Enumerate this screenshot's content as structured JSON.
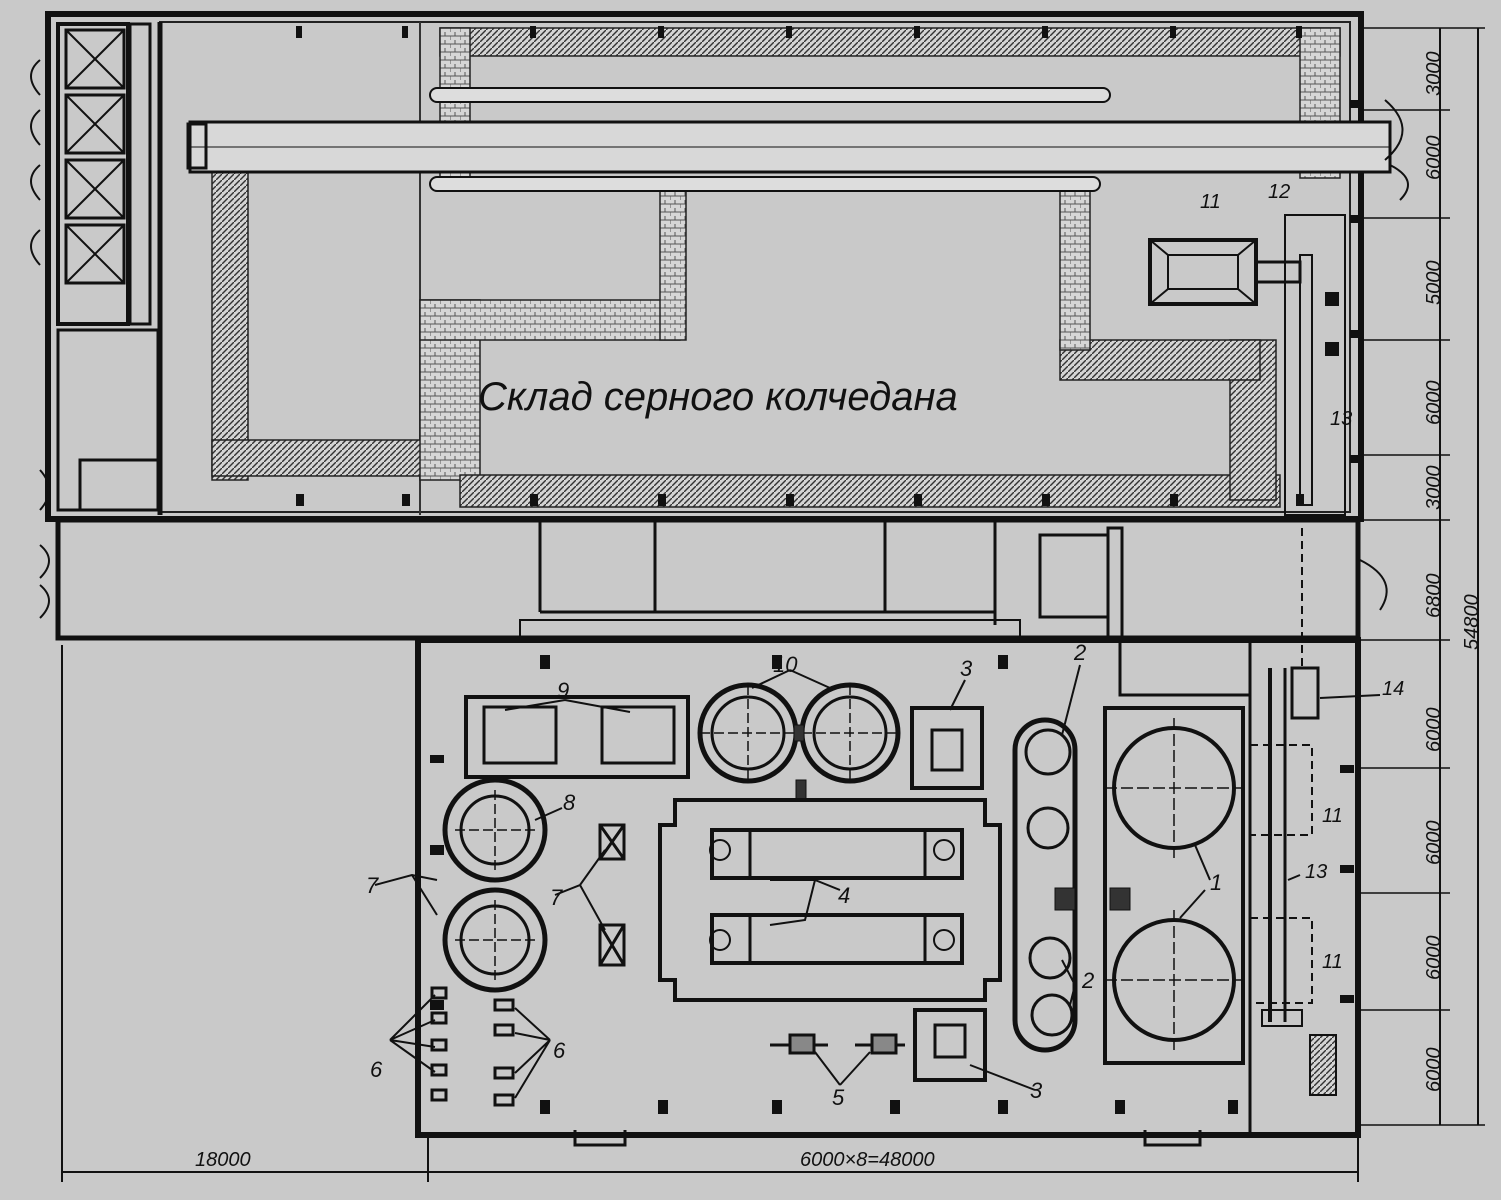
{
  "title": "Склад серного колчедана",
  "right_dims": [
    "3000",
    "6000",
    "5000",
    "6000",
    "3000",
    "6800",
    "6000",
    "6000",
    "6000",
    "6000"
  ],
  "overall_height": "54800",
  "bottom_dims": [
    "18000",
    "6000×8=48000"
  ],
  "labels": {
    "n1": "1",
    "n2a": "2",
    "n2b": "2",
    "n3a": "3",
    "n3b": "3",
    "n4": "4",
    "n5": "5",
    "n6a": "6",
    "n6b": "6",
    "n7a": "7",
    "n7b": "7",
    "n8": "8",
    "n9": "9",
    "n10": "10",
    "n11a": "11",
    "n11b": "11",
    "n11c": "11",
    "n12": "12",
    "n13a": "13",
    "n13b": "13",
    "n14": "14"
  }
}
